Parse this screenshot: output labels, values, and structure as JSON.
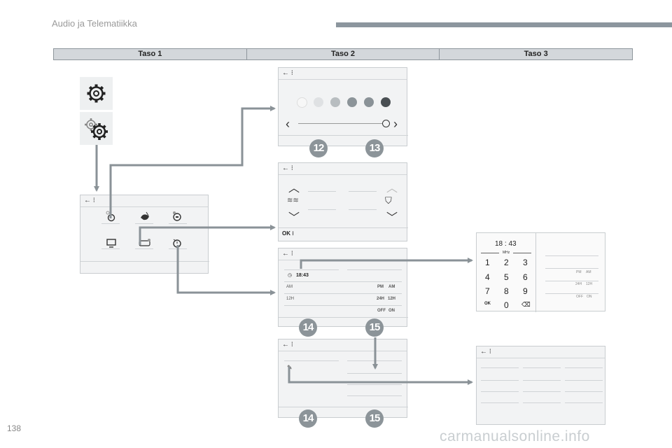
{
  "header": {
    "title": "Audio ja Telematiikka"
  },
  "levels": [
    "Taso 1",
    "Taso 2",
    "Taso 3"
  ],
  "badges": {
    "b12": "12",
    "b13": "13",
    "b14a": "14",
    "b15a": "15",
    "b14b": "14",
    "b15b": "15"
  },
  "clock_screen": {
    "time": "18:43",
    "am": "AM",
    "h12": "12H",
    "pm_am": [
      "PM",
      "AM"
    ],
    "h24_12": [
      "24H",
      "12H"
    ],
    "off_on": [
      "OFF",
      "ON"
    ],
    "ok": "OK"
  },
  "keypad": {
    "time": "18 : 43",
    "unit": "MHz",
    "keys": [
      "1",
      "2",
      "3",
      "4",
      "5",
      "6",
      "7",
      "8",
      "9",
      "OK",
      "0",
      "⌫"
    ],
    "side_labels": [
      "PM",
      "AM",
      "24H",
      "12H",
      "OFF",
      "ON"
    ]
  },
  "footer": {
    "page": "138",
    "watermark": "carmanualsonline.info"
  },
  "icons": {
    "back": "arrow-left-icon",
    "menu": "menu-dots-icon",
    "settings": "gear-icon"
  },
  "colors": {
    "arrow": "#8a9297",
    "badge": "#8c9499",
    "bar": "#8c969e"
  }
}
